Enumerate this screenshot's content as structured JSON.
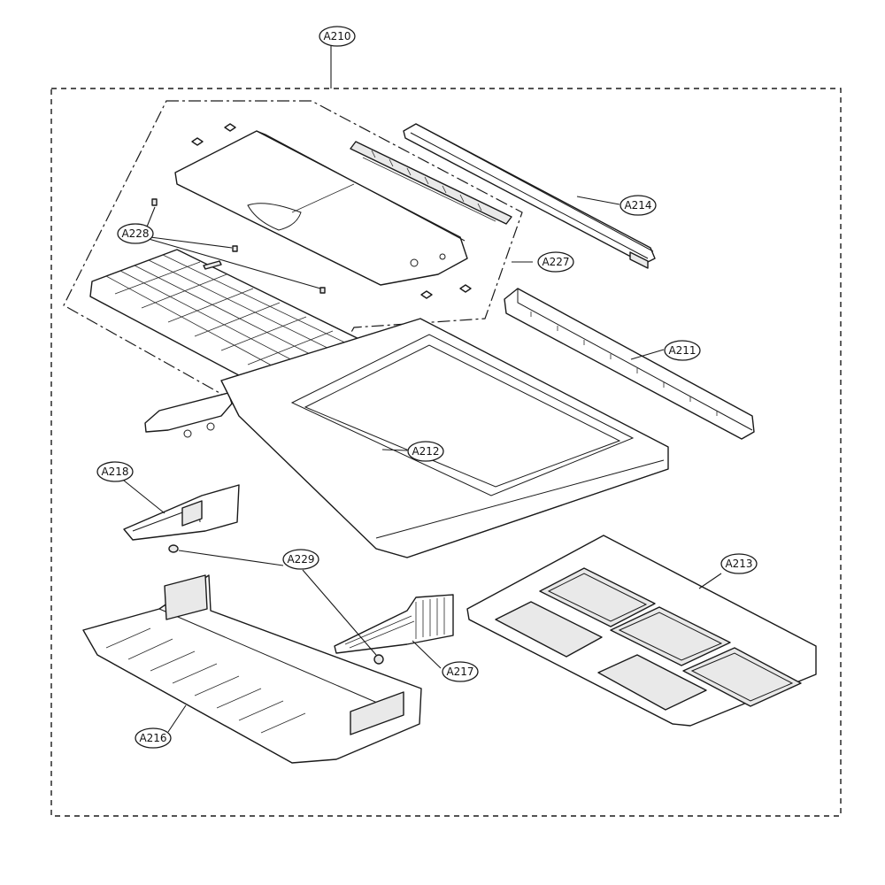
{
  "callouts": {
    "a210": "A210",
    "a214": "A214",
    "a228": "A228",
    "a227": "A227",
    "a211": "A211",
    "a212": "A212",
    "a218": "A218",
    "a229": "A229",
    "a213": "A213",
    "a217": "A217",
    "a216": "A216"
  }
}
